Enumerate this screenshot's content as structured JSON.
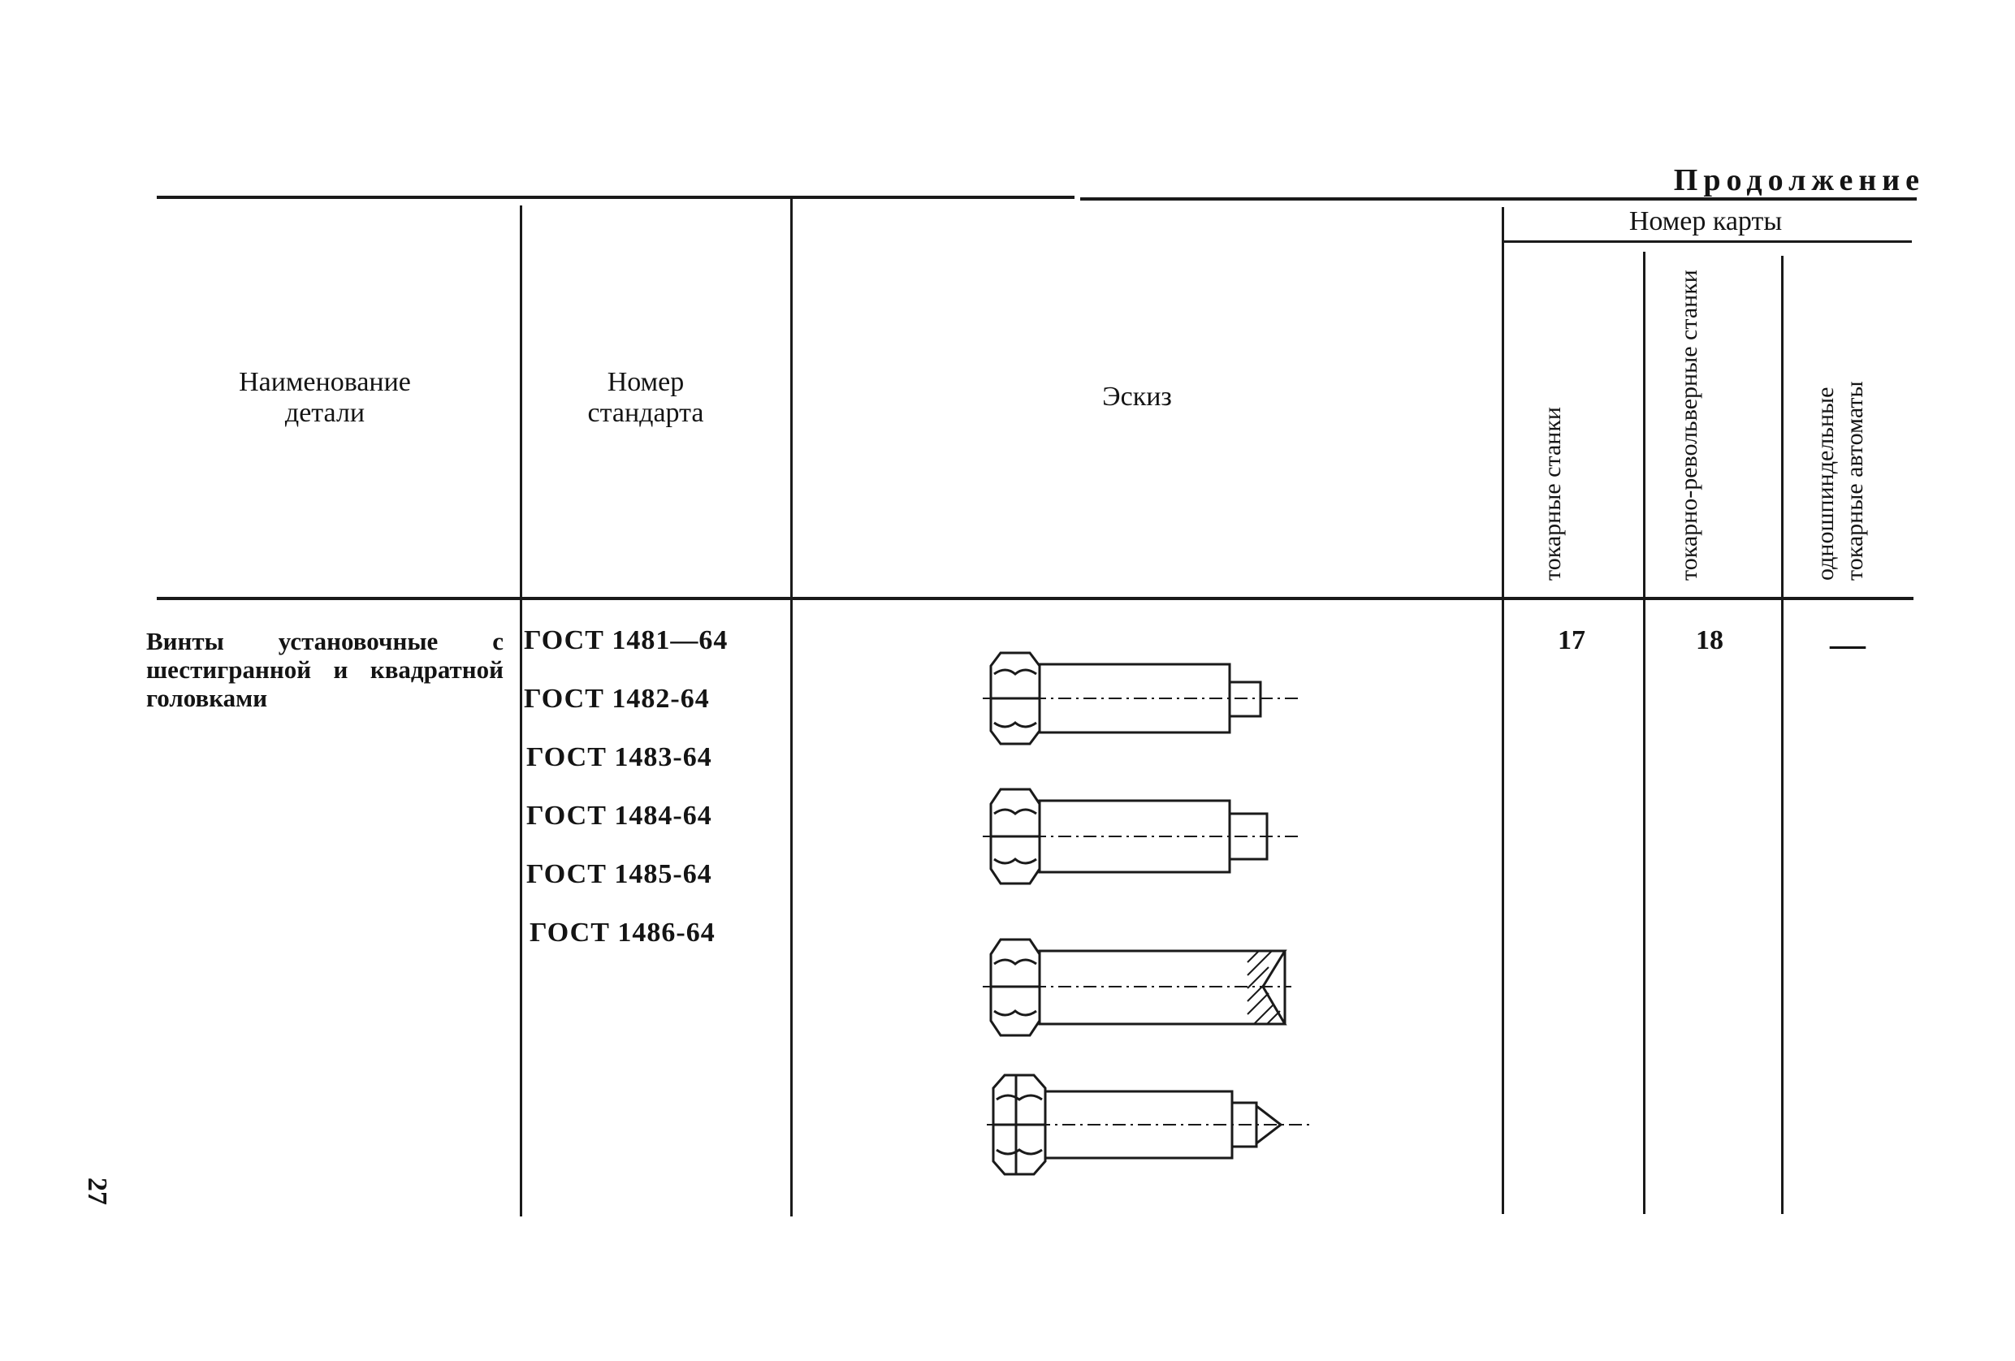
{
  "header": {
    "continuation": "Продолжение",
    "col_name": "Наименование детали",
    "col_standard": "Номер стандарта",
    "col_sketch": "Эскиз",
    "col_card_group": "Номер карты",
    "col_card_1": "токарные станки",
    "col_card_2": "токарно-револьверные станки",
    "col_card_3": "одношпиндельные токарные автоматы"
  },
  "row": {
    "part_name": "Винты установочные с шестигранной и квадратной головками",
    "standards": [
      "ГОСТ 1481—64",
      "ГОСТ 1482-64",
      "ГОСТ 1483-64",
      "ГОСТ 1484-64",
      "ГОСТ 1485-64",
      "ГОСТ 1486-64"
    ],
    "card_1": "17",
    "card_2": "18",
    "card_3": "—"
  },
  "sketches": [
    "setscrew-hex-head-stepped-end-icon",
    "setscrew-hex-head-pin-end-icon",
    "setscrew-hex-head-cone-recess-icon",
    "setscrew-hex-head-pointed-end-icon"
  ],
  "page_number": "27"
}
